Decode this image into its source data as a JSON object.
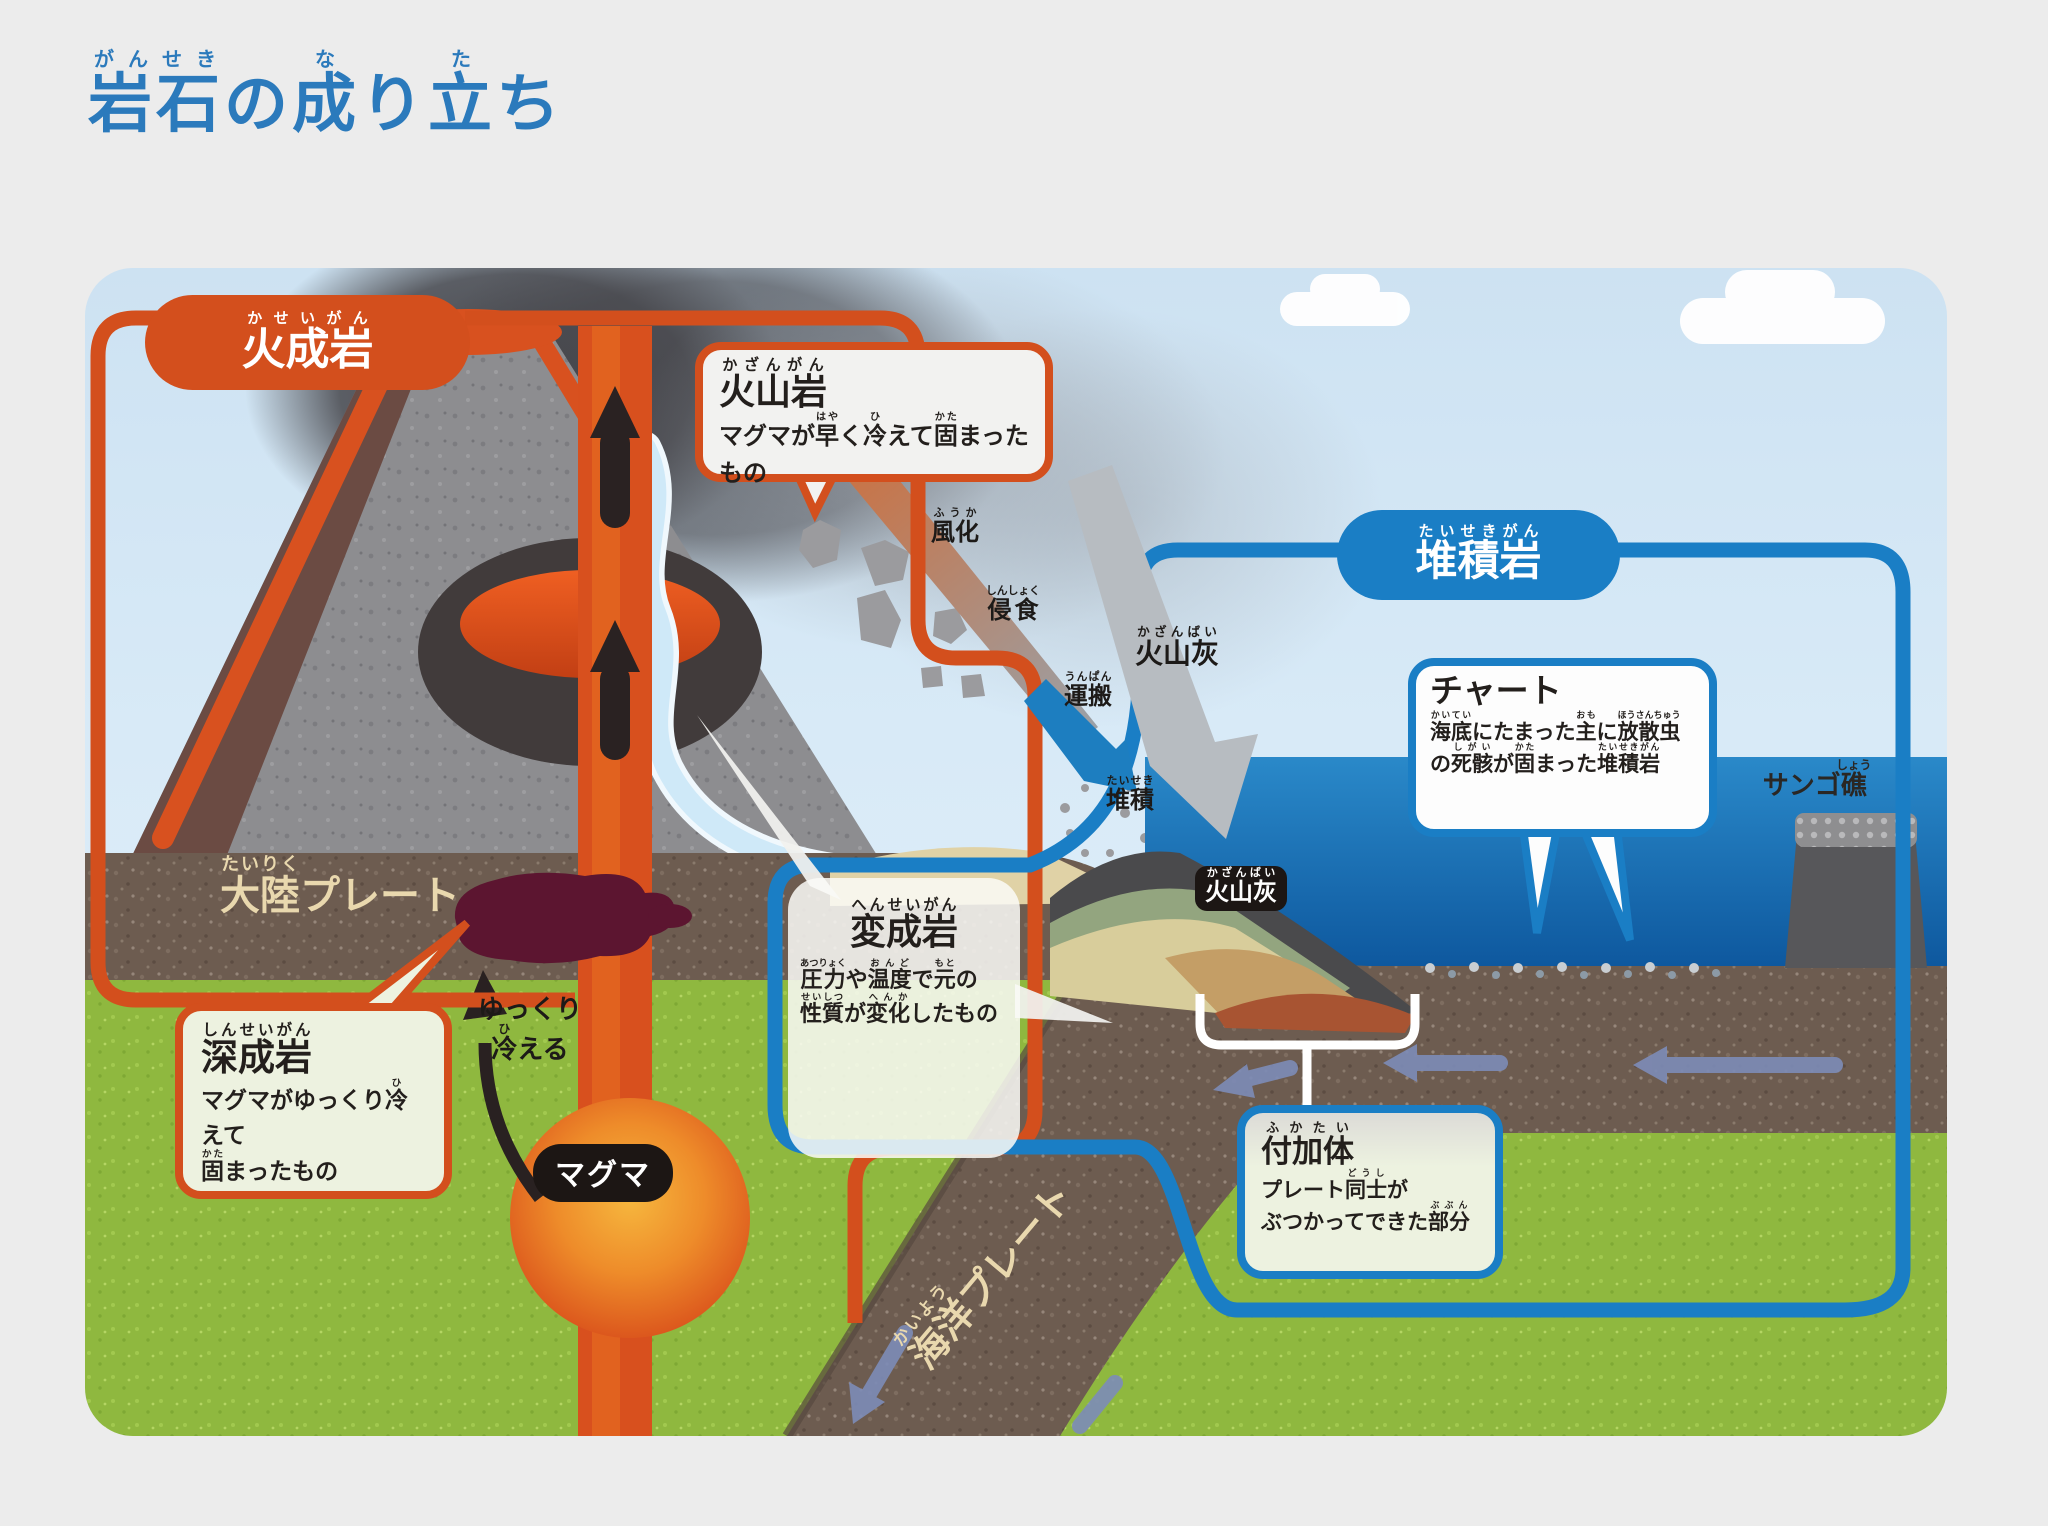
{
  "page": {
    "title": [
      {
        "t": "岩石",
        "r": "がんせき"
      },
      {
        "t": "の"
      },
      {
        "t": "成",
        "r": "な"
      },
      {
        "t": "り"
      },
      {
        "t": "立",
        "r": "た"
      },
      {
        "t": "ち"
      }
    ]
  },
  "pills": {
    "igneous": [
      {
        "t": "火成岩",
        "r": "かせいがん"
      }
    ],
    "sedimentary": [
      {
        "t": "堆積岩",
        "r": "たいせきがん"
      }
    ]
  },
  "callouts": {
    "volcanic_rock": {
      "title": [
        {
          "t": "火山岩",
          "r": "かざんがん"
        }
      ],
      "body": [
        {
          "t": "マグマが"
        },
        {
          "t": "早",
          "r": "はや"
        },
        {
          "t": "く"
        },
        {
          "t": "冷",
          "r": "ひ"
        },
        {
          "t": "えて"
        },
        {
          "t": "固",
          "r": "かた"
        },
        {
          "t": "まったもの"
        }
      ]
    },
    "chert": {
      "title": [
        {
          "t": "チャート"
        }
      ],
      "body": [
        {
          "t": "海底",
          "r": "かいてい"
        },
        {
          "t": "にたまった"
        },
        {
          "t": "主",
          "r": "おも"
        },
        {
          "t": "に"
        },
        {
          "t": "放散虫",
          "r": "ほうさんちゅう"
        },
        {
          "br": true
        },
        {
          "t": "の"
        },
        {
          "t": "死骸",
          "r": "しがい"
        },
        {
          "t": "が"
        },
        {
          "t": "固",
          "r": "かた"
        },
        {
          "t": "まった"
        },
        {
          "t": "堆積岩",
          "r": "たいせきがん"
        }
      ]
    },
    "plutonic_rock": {
      "title": [
        {
          "t": "深成岩",
          "r": "しんせいがん"
        }
      ],
      "body": [
        {
          "t": "マグマがゆっくり"
        },
        {
          "t": "冷",
          "r": "ひ"
        },
        {
          "t": "えて"
        },
        {
          "br": true
        },
        {
          "t": "固",
          "r": "かた"
        },
        {
          "t": "まったもの"
        }
      ]
    },
    "metamorphic_rock": {
      "title": [
        {
          "t": "変成岩",
          "r": "へんせいがん"
        }
      ],
      "body": [
        {
          "t": "圧力",
          "r": "あつりょく"
        },
        {
          "t": "や"
        },
        {
          "t": "温度",
          "r": "おんど"
        },
        {
          "t": "で"
        },
        {
          "t": "元",
          "r": "もと"
        },
        {
          "t": "の"
        },
        {
          "br": true
        },
        {
          "t": "性質",
          "r": "せいしつ"
        },
        {
          "t": "が"
        },
        {
          "t": "変化",
          "r": "へんか"
        },
        {
          "t": "したもの"
        }
      ]
    },
    "accretionary_prism": {
      "title": [
        {
          "t": "付加体",
          "r": "ふかたい"
        }
      ],
      "body": [
        {
          "t": "プレート"
        },
        {
          "t": "同士",
          "r": "どうし"
        },
        {
          "t": "が"
        },
        {
          "br": true
        },
        {
          "t": "ぶつかってできた"
        },
        {
          "t": "部分",
          "r": "ぶぶん"
        }
      ]
    }
  },
  "process_labels": {
    "weathering": [
      {
        "t": "風化",
        "r": "ふうか"
      }
    ],
    "erosion": [
      {
        "t": "侵食",
        "r": "しんしょく"
      }
    ],
    "transport": [
      {
        "t": "運搬",
        "r": "うんぱん"
      }
    ],
    "deposition": [
      {
        "t": "堆積",
        "r": "たいせき"
      }
    ],
    "ash_sky": [
      {
        "t": "火山灰",
        "r": "かざんばい"
      }
    ],
    "ash_badge": [
      {
        "t": "火山灰",
        "r": "かざんばい"
      }
    ]
  },
  "scene_labels": {
    "continental_plate": [
      {
        "t": "大陸",
        "r": "たいりく"
      },
      {
        "t": "プレート"
      }
    ],
    "oceanic_plate": [
      {
        "t": "海洋",
        "r": "かいよう"
      },
      {
        "t": "プレート"
      }
    ],
    "coral_reef": [
      {
        "t": "サンゴ"
      },
      {
        "t": "礁",
        "r": "しょう"
      }
    ],
    "magma": "マグマ",
    "slow_cooling": [
      {
        "t": "ゆっくり"
      },
      {
        "br": true
      },
      {
        "t": "冷",
        "r": "ひ"
      },
      {
        "t": "える"
      }
    ]
  },
  "colors": {
    "igneous_orange": "#d34f1d",
    "sedimentary_blue": "#1a7ec5",
    "title_blue": "#2b7abc",
    "sea_blue": "#0b539a",
    "ground_green": "#8fb83f",
    "plate_brown": "#6d5c50"
  }
}
